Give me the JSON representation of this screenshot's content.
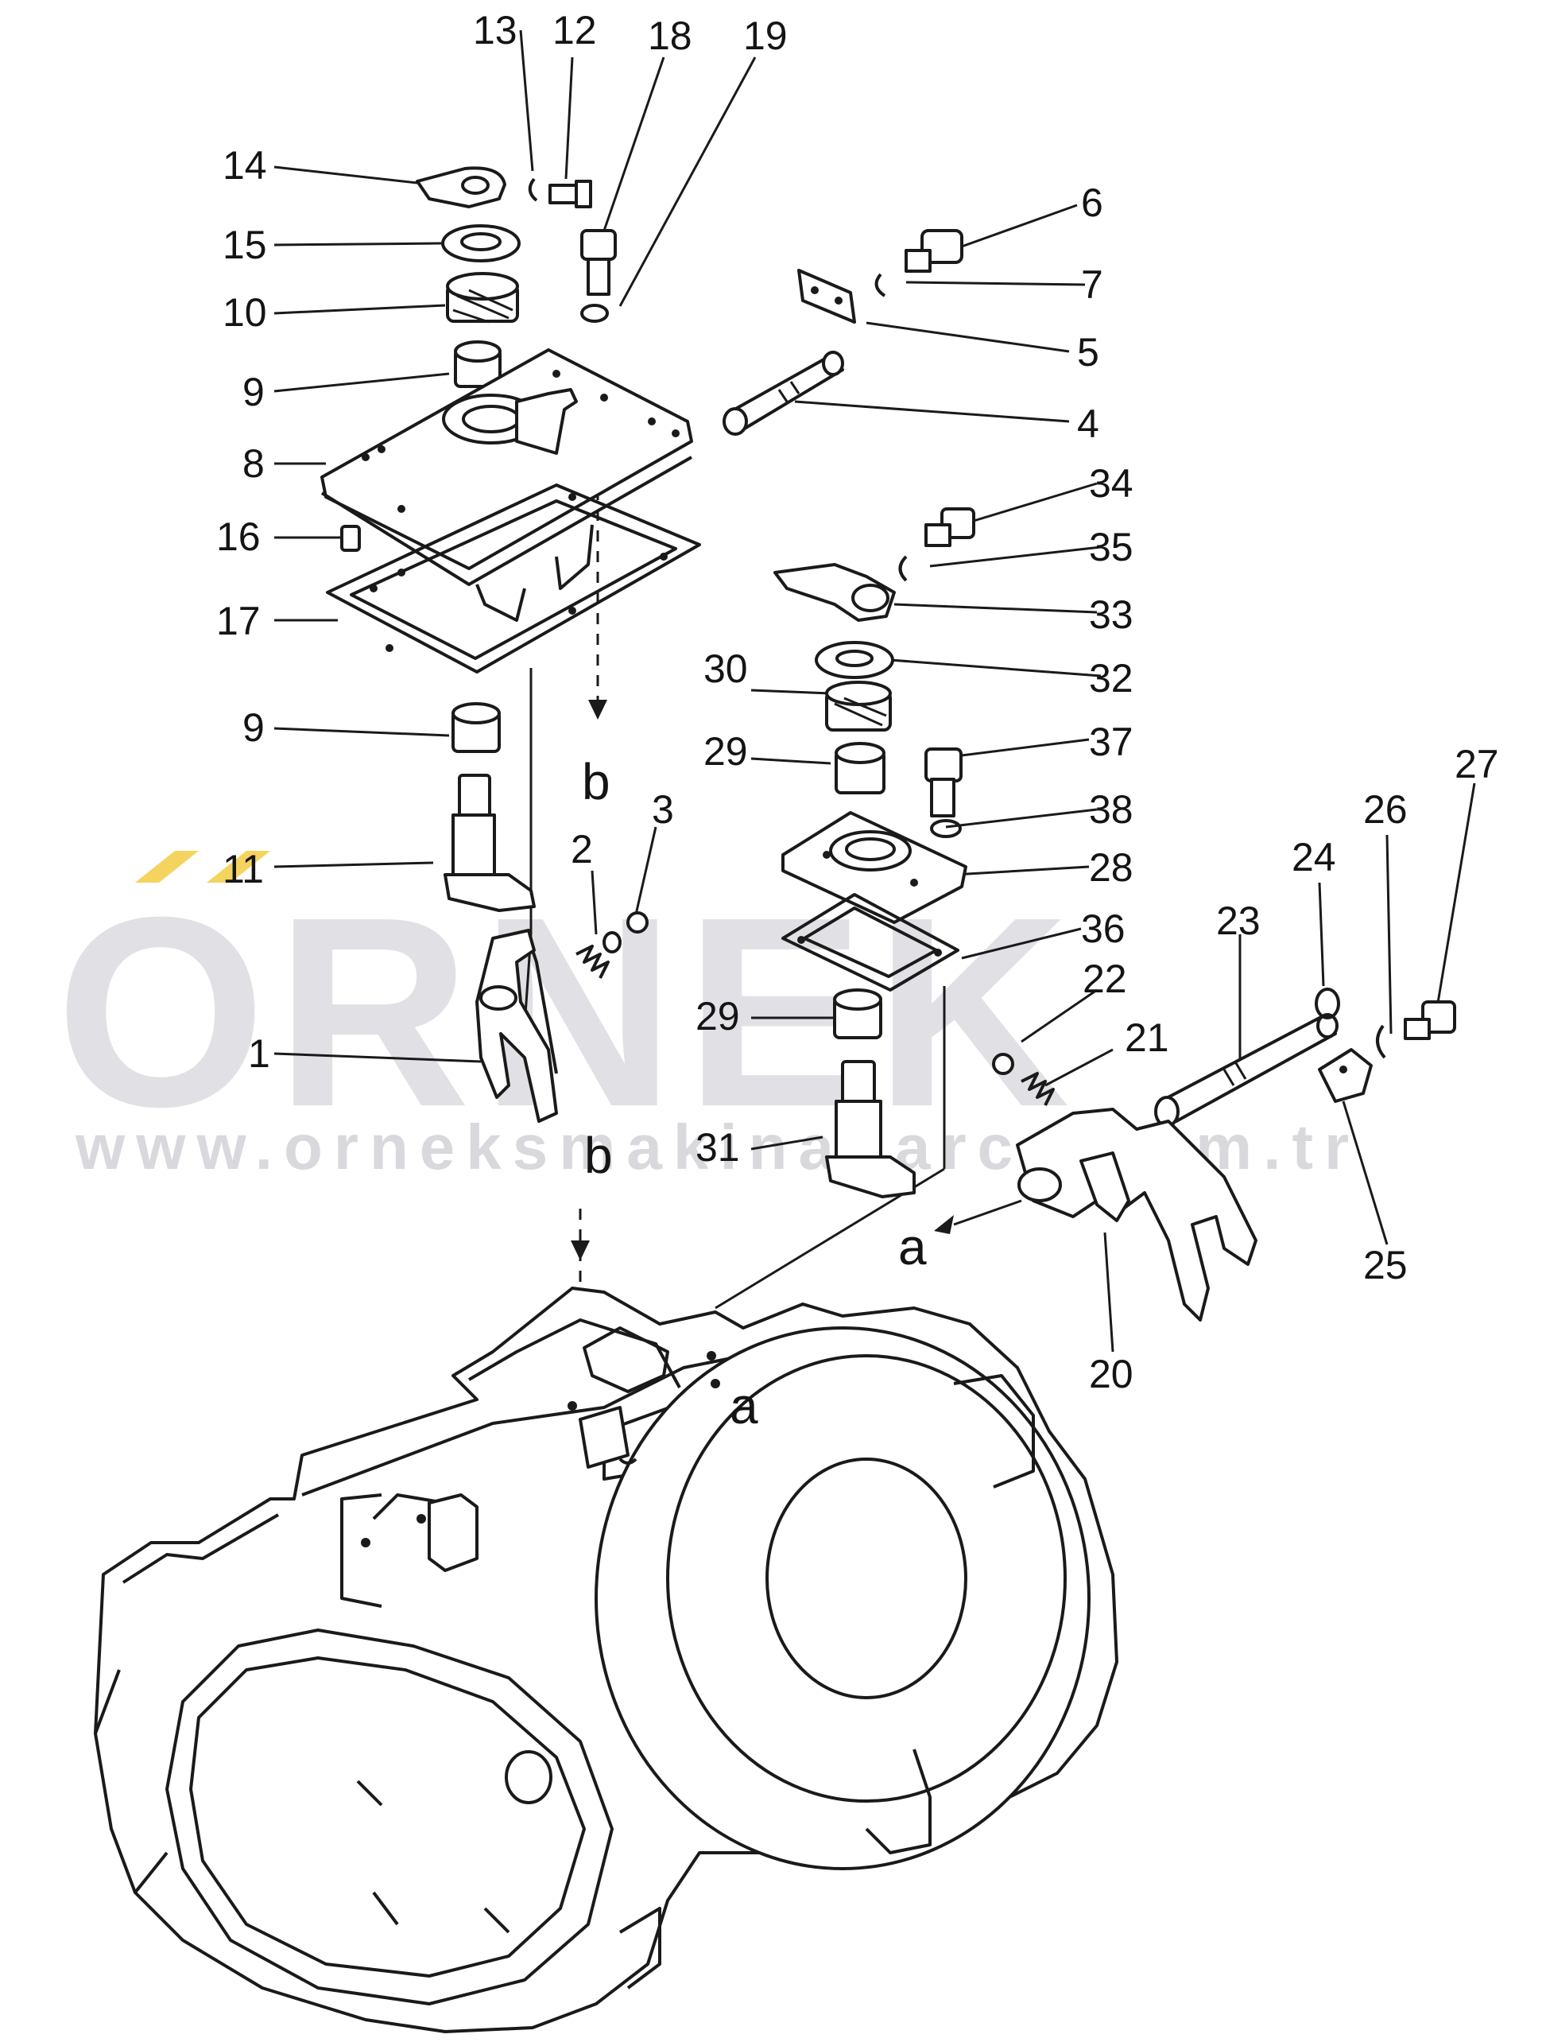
{
  "diagram": {
    "part_numbers": [
      "1",
      "2",
      "3",
      "4",
      "5",
      "6",
      "7",
      "8",
      "9",
      "9",
      "10",
      "11",
      "12",
      "13",
      "14",
      "15",
      "16",
      "17",
      "18",
      "19",
      "20",
      "21",
      "22",
      "23",
      "24",
      "25",
      "26",
      "27",
      "28",
      "29",
      "29",
      "30",
      "31",
      "32",
      "33",
      "34",
      "35",
      "36",
      "37",
      "38"
    ],
    "reference_letters": {
      "b_upper": "b",
      "b_lower": "b",
      "a_right": "a",
      "a_housing": "a"
    }
  },
  "watermark": {
    "brand": "ORNEK",
    "url": "www.orneksmakinaparca.com.tr",
    "accent": "#f4d35e"
  },
  "colors": {
    "ink": "#1a1a1a",
    "watermark": "#c9c7cf",
    "accent": "#f4d35e"
  }
}
